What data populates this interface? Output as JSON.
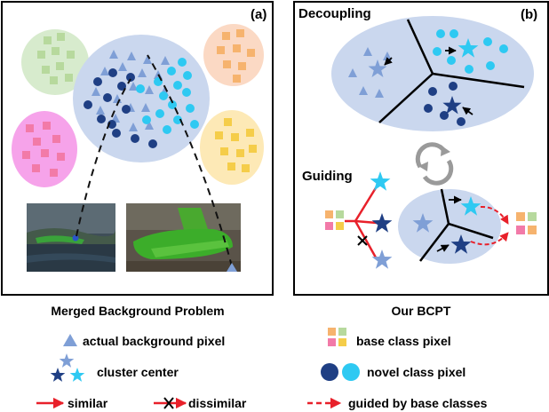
{
  "panels": {
    "a": {
      "tag": "(a)",
      "caption": "Merged Background Problem"
    },
    "b": {
      "tag": "(b)",
      "caption": "Our BCPT",
      "decoupling": "Decoupling",
      "guiding": "Guiding"
    }
  },
  "legend": {
    "background_pixel": "actual background pixel",
    "cluster_center": "cluster center",
    "similar": "similar",
    "dissimilar": "dissimilar",
    "base_class_pixel": "base class pixel",
    "novel_class_pixel": "novel class pixel",
    "guided": "guided by base classes"
  },
  "colors": {
    "background_light": "#7f9fd6",
    "novel_dark": "#1f3f84",
    "novel_light": "#2ec9f2",
    "cluster_blob": "#c8d6ee",
    "red": "#e8202a",
    "base_orange": "#f6b36e",
    "base_green": "#b7d99d",
    "base_pink": "#f27aa8",
    "base_yellow": "#f5cd49"
  },
  "icons": [
    "triangle-icon",
    "star-icon",
    "circle-icon",
    "square-icon",
    "cycle-arrows-icon",
    "arrow-icon",
    "cross-icon"
  ]
}
